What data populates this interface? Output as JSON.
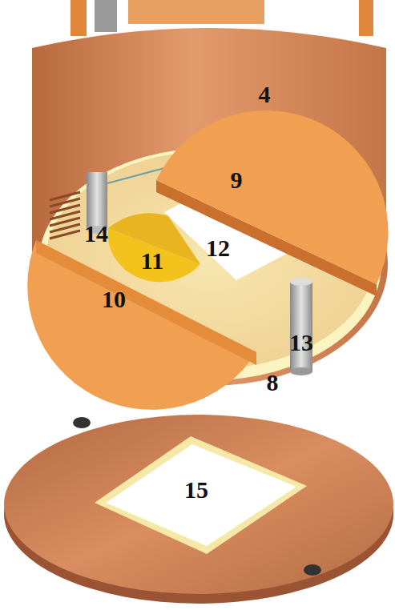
{
  "diagram": {
    "labels": [
      "4",
      "9",
      "12",
      "14",
      "11",
      "10",
      "13",
      "8",
      "15"
    ]
  }
}
